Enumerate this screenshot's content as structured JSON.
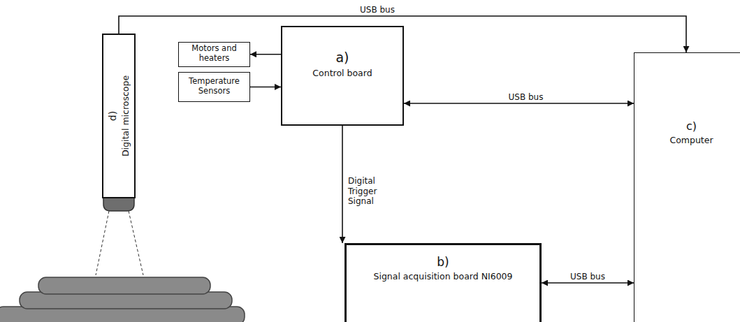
{
  "diagram": {
    "nodes": [
      {
        "text": [
          "d)",
          "Digital microscope"
        ]
      },
      {
        "text": [
          "Motors and heaters"
        ]
      },
      {
        "text": [
          "Temperature Sensors"
        ]
      },
      {
        "text": [
          "a)",
          "Control board"
        ]
      },
      {
        "text": [
          "b)",
          "Signal acquisition board NI6009"
        ]
      },
      {
        "text": [
          "c)",
          "Computer"
        ]
      }
    ],
    "edges": [
      {
        "from": 0,
        "to": 5,
        "label": "USB bus",
        "arrow": "to"
      },
      {
        "from": 3,
        "to": 1,
        "arrow": "to"
      },
      {
        "from": 2,
        "to": 3,
        "arrow": "to"
      },
      {
        "from": 3,
        "to": 5,
        "label": "USB bus",
        "arrow": "both"
      },
      {
        "from": 3,
        "to": 4,
        "label": "Digital Trigger Signal",
        "arrow": "to"
      },
      {
        "from": 4,
        "to": 5,
        "label": "USB bus",
        "arrow": "both"
      }
    ]
  }
}
